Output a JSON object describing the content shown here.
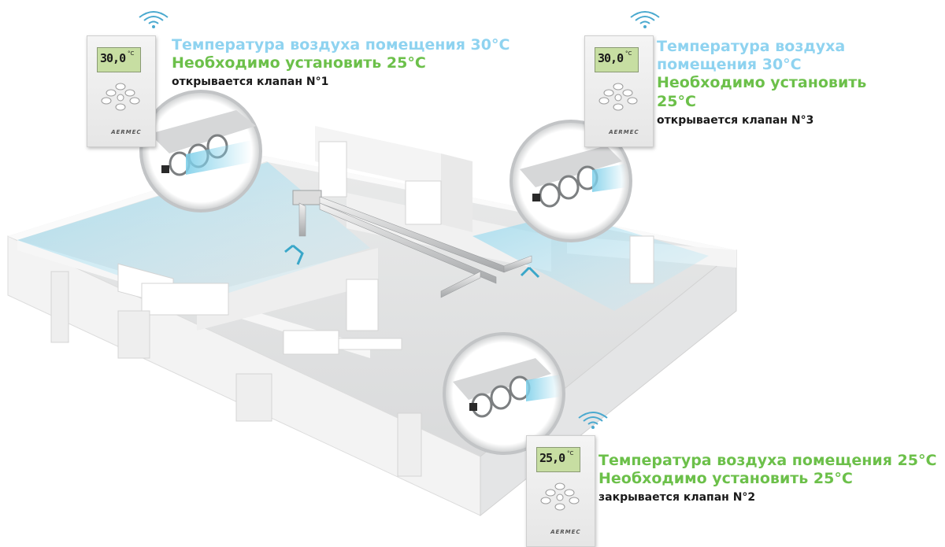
{
  "zones": [
    {
      "id": "room-1",
      "temperature_line": "Температура воздуха помещения 30°C",
      "setpoint_lines": [
        "Необходимо установить 25°C"
      ],
      "valve_line": "открывается клапан N°1",
      "display_value": "30,0",
      "display_unit": "°C",
      "brand": "AERMEC"
    },
    {
      "id": "room-3",
      "temperature_lines": [
        "Температура воздуха",
        "помещения 30°C"
      ],
      "setpoint_lines": [
        "Необходимо установить",
        "25°C"
      ],
      "valve_line": "открывается клапан N°3",
      "display_value": "30,0",
      "display_unit": "°C",
      "brand": "AERMEC"
    },
    {
      "id": "room-2",
      "temperature_line": "Температура воздуха помещения 25°C",
      "setpoint_lines": [
        "Необходимо установить 25°C"
      ],
      "valve_line": "закрывается клапан N°2",
      "display_value": "25,0",
      "display_unit": "°C",
      "brand": "AERMEC"
    }
  ],
  "colors": {
    "temperature_text": "#8fd3f0",
    "setpoint_text": "#6cc04a",
    "valve_text": "#1a1a1a",
    "cool_air": "#9fdcef",
    "wall": "#f2f2f2",
    "display": "#c7dea2"
  },
  "icons": [
    "wifi-signal-icon",
    "thermostat-icon",
    "air-diffuser-icon",
    "duct-icon"
  ]
}
